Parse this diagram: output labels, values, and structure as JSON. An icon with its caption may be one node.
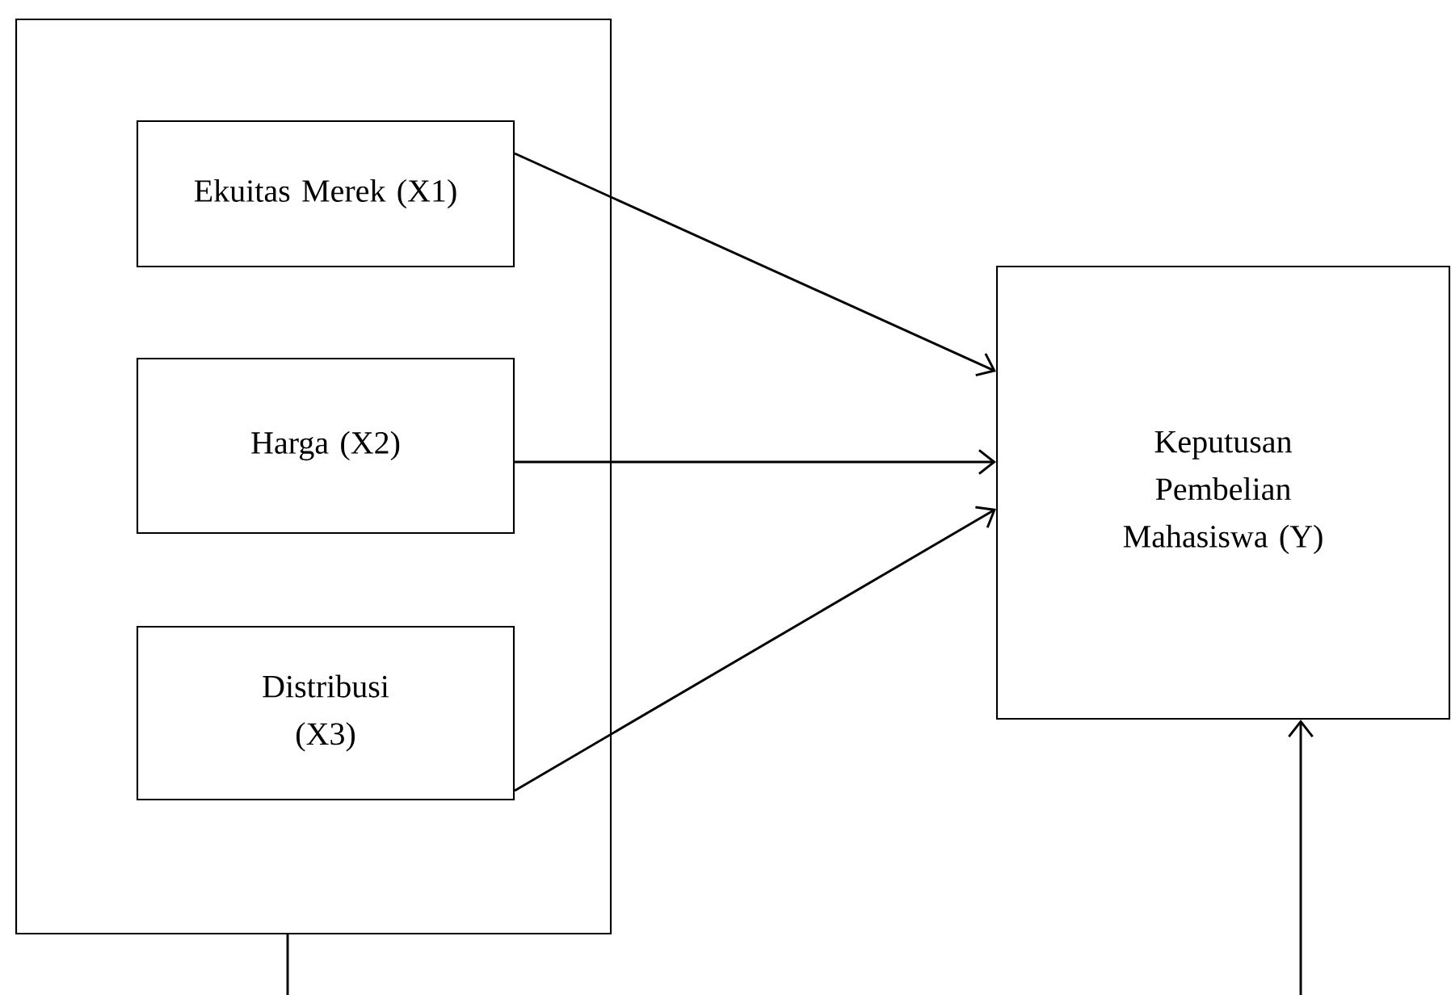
{
  "diagram": {
    "nodes": [
      {
        "text": [],
        "shape": "box"
      },
      {
        "text": [
          "Ekuitas Merek (X1)"
        ],
        "in": 0
      },
      {
        "text": [
          "Harga (X2)"
        ],
        "in": 0
      },
      {
        "text": [
          "Distribusi (X3)"
        ],
        "in": 0
      },
      {
        "text": [
          "Keputusan Pembelian Mahasiswa (Y)"
        ]
      }
    ],
    "edges": [
      {
        "from": 1,
        "to": 4,
        "arrow": "to"
      },
      {
        "from": 2,
        "to": 4,
        "arrow": "to"
      },
      {
        "from": 3,
        "to": 4,
        "arrow": "to"
      },
      {
        "from": 0,
        "to": 4,
        "arrow": "to"
      }
    ]
  }
}
